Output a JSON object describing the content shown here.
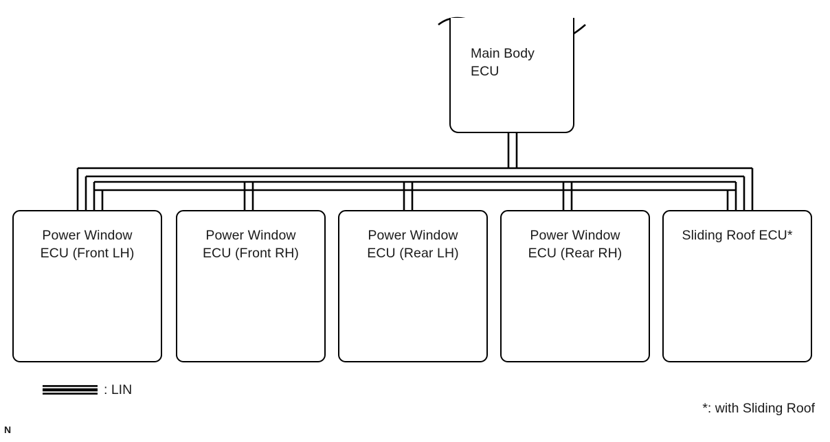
{
  "diagram": {
    "type": "lin-bus-topology",
    "master": {
      "id": "main-body-ecu",
      "label": "Main Body\nECU",
      "torn_top_edge": true
    },
    "nodes": [
      {
        "id": "power-window-ecu-front-lh",
        "label": "Power Window\nECU (Front LH)"
      },
      {
        "id": "power-window-ecu-front-rh",
        "label": "Power Window\nECU (Front RH)"
      },
      {
        "id": "power-window-ecu-rear-lh",
        "label": "Power Window\nECU (Rear LH)"
      },
      {
        "id": "power-window-ecu-rear-rh",
        "label": "Power Window\nECU (Rear RH)"
      },
      {
        "id": "sliding-roof-ecu",
        "label": "Sliding Roof ECU*"
      }
    ],
    "legend": {
      "symbol": "double-line",
      "text": ": LIN"
    },
    "footnote": "*: with Sliding Roof",
    "page_mark": "N",
    "colors": {
      "line": "#000000",
      "text": "#1a1a1a",
      "background": "#ffffff"
    }
  }
}
